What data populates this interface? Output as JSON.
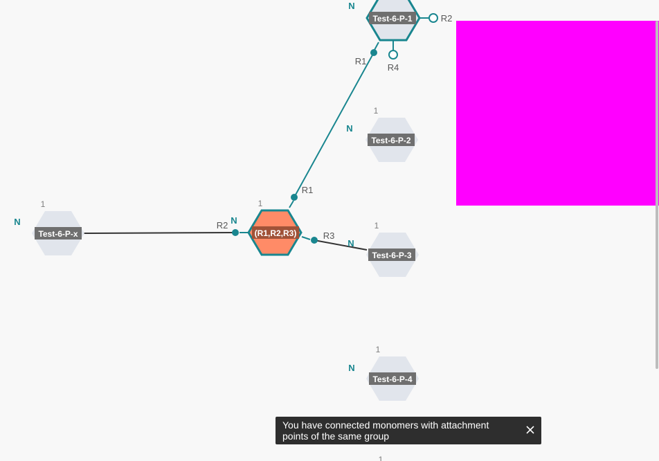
{
  "monomers": [
    {
      "id": "p1",
      "label": "Test-6-P-1",
      "number": "",
      "n": "N",
      "selected": true
    },
    {
      "id": "p2",
      "label": "Test-6-P-2",
      "number": "1",
      "n": "N",
      "selected": false
    },
    {
      "id": "center",
      "label": "(R1,R2,R3)",
      "number": "1",
      "n": "N",
      "selected": false
    },
    {
      "id": "px",
      "label": "Test-6-P-x",
      "number": "1",
      "n": "N",
      "selected": false
    },
    {
      "id": "p3",
      "label": "Test-6-P-3",
      "number": "1",
      "n": "N",
      "selected": false
    },
    {
      "id": "p4",
      "label": "Test-6-P-4",
      "number": "1",
      "n": "N",
      "selected": false
    },
    {
      "id": "p5",
      "number": "1"
    }
  ],
  "attachment_points": {
    "p1_r1": "R1",
    "p1_r2": "R2",
    "p1_r4": "R4",
    "center_r1": "R1",
    "center_r2": "R2",
    "center_r3": "R3"
  },
  "colors": {
    "hexagon_fill": "#e1e5ec",
    "label_bg": "#6f6f6f",
    "selected_border": "#19868f",
    "peptide_fill": "#ff8b67",
    "bond": "#333333",
    "overlay": "#ff00ff"
  },
  "toast": {
    "message": "You have connected monomers with attachment points of the same group",
    "close_icon": "close-icon"
  }
}
